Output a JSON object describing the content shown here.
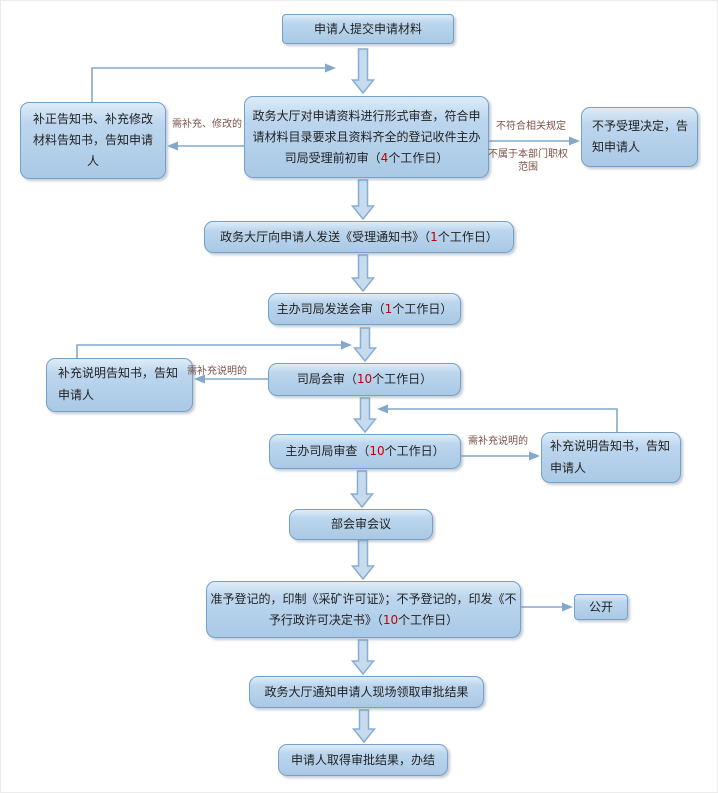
{
  "diagram": {
    "nodes": {
      "submit": {
        "label": "申请人提交申请材料"
      },
      "formal_review": {
        "pre": "政务大厅对申请资料进行形式审查，符合申请材料目录要求且资料齐全的登记收件主办司局受理前初审（",
        "days": "4",
        "post": "个工作日）"
      },
      "correction_notice": {
        "label": "补正告知书、补充修改材料告知书，告知申请人"
      },
      "reject_decision": {
        "label": "不予受理决定，告知申请人"
      },
      "acceptance_notice": {
        "pre": "政务大厅向申请人发送《受理通知书》（",
        "days": "1",
        "post": "个工作日）"
      },
      "send_joint_review": {
        "pre": "主办司局发送会审（",
        "days": "1",
        "post": "个工作日）"
      },
      "bureau_joint_review": {
        "pre": "司局会审（",
        "days": "10",
        "post": "个工作日）"
      },
      "supplement_notice_left": {
        "label": "补充说明告知书，告知申请人"
      },
      "main_bureau_review": {
        "pre": "主办司局审查（",
        "days": "10",
        "post": "个工作日）"
      },
      "supplement_notice_right": {
        "label": "补充说明告知书，告知申请人"
      },
      "ministry_meeting": {
        "label": "部会审会议"
      },
      "issue_decision": {
        "pre": "准予登记的，印制《采矿许可证》；不予登记的，印发《不予行政许可决定书》（",
        "days": "10",
        "post": "个工作日）"
      },
      "publish": {
        "label": "公开"
      },
      "notify_result": {
        "label": "政务大厅通知申请人现场领取审批结果"
      },
      "obtain_result": {
        "label": "申请人取得审批结果，办结"
      }
    },
    "edge_labels": {
      "need_supplement_modify": "需补充、修改的",
      "not_conform_rules": "不符合相关规定",
      "not_in_authority": "不属于本部门职权范围",
      "need_supplement_left": "需补充说明的",
      "need_supplement_right": "需补充说明的"
    },
    "colors": {
      "box_fill": "#bcd6ee",
      "box_border": "#75a0c9",
      "connector": "#84a8cc",
      "days_highlight": "#c00000",
      "edge_label_text": "#7a5248"
    }
  }
}
